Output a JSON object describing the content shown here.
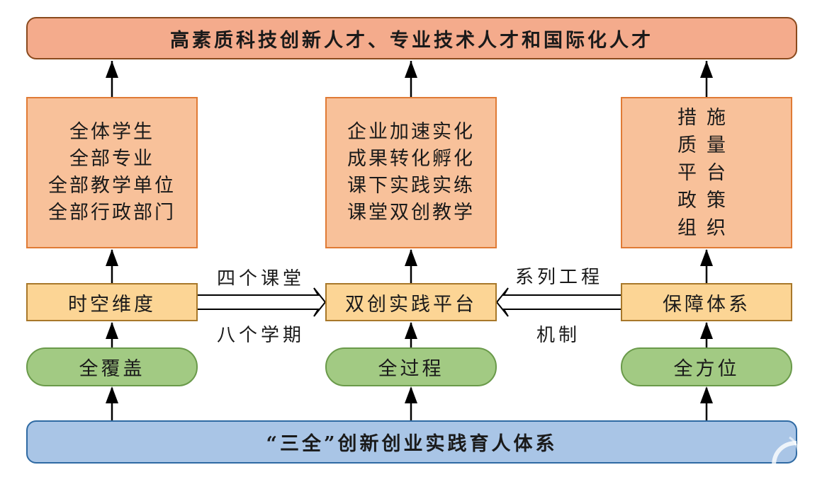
{
  "top_goal": "高素质科技创新人才、专业技术人才和国际化人才",
  "foundation": "“三全”创新创业实践育人体系",
  "columns": [
    {
      "id": "left",
      "detail_lines": [
        "全体学生",
        "全部专业",
        "全部教学单位",
        "全部行政部门"
      ],
      "hub": "时空维度",
      "base": "全覆盖"
    },
    {
      "id": "center",
      "detail_lines": [
        "企业加速实化",
        "成果转化孵化",
        "课下实践实练",
        "课堂双创教学"
      ],
      "hub": "双创实践平台",
      "base": "全过程"
    },
    {
      "id": "right",
      "detail_lines": [
        "措施",
        "质量",
        "平台",
        "政策",
        "组织"
      ],
      "hub": "保障体系",
      "base": "全方位"
    }
  ],
  "connectors": {
    "left_to_center": {
      "label_top": "四个课堂",
      "label_bottom": "八个学期"
    },
    "right_to_center": {
      "label_top": "系列工程",
      "label_bottom": "机制"
    }
  },
  "colors": {
    "goal_fill": "#f4ab8c",
    "detail_fill": "#f8c19a",
    "hub_fill": "#fcd595",
    "base_fill": "#a2ca83",
    "foundation_fill": "#a9c5e6"
  }
}
